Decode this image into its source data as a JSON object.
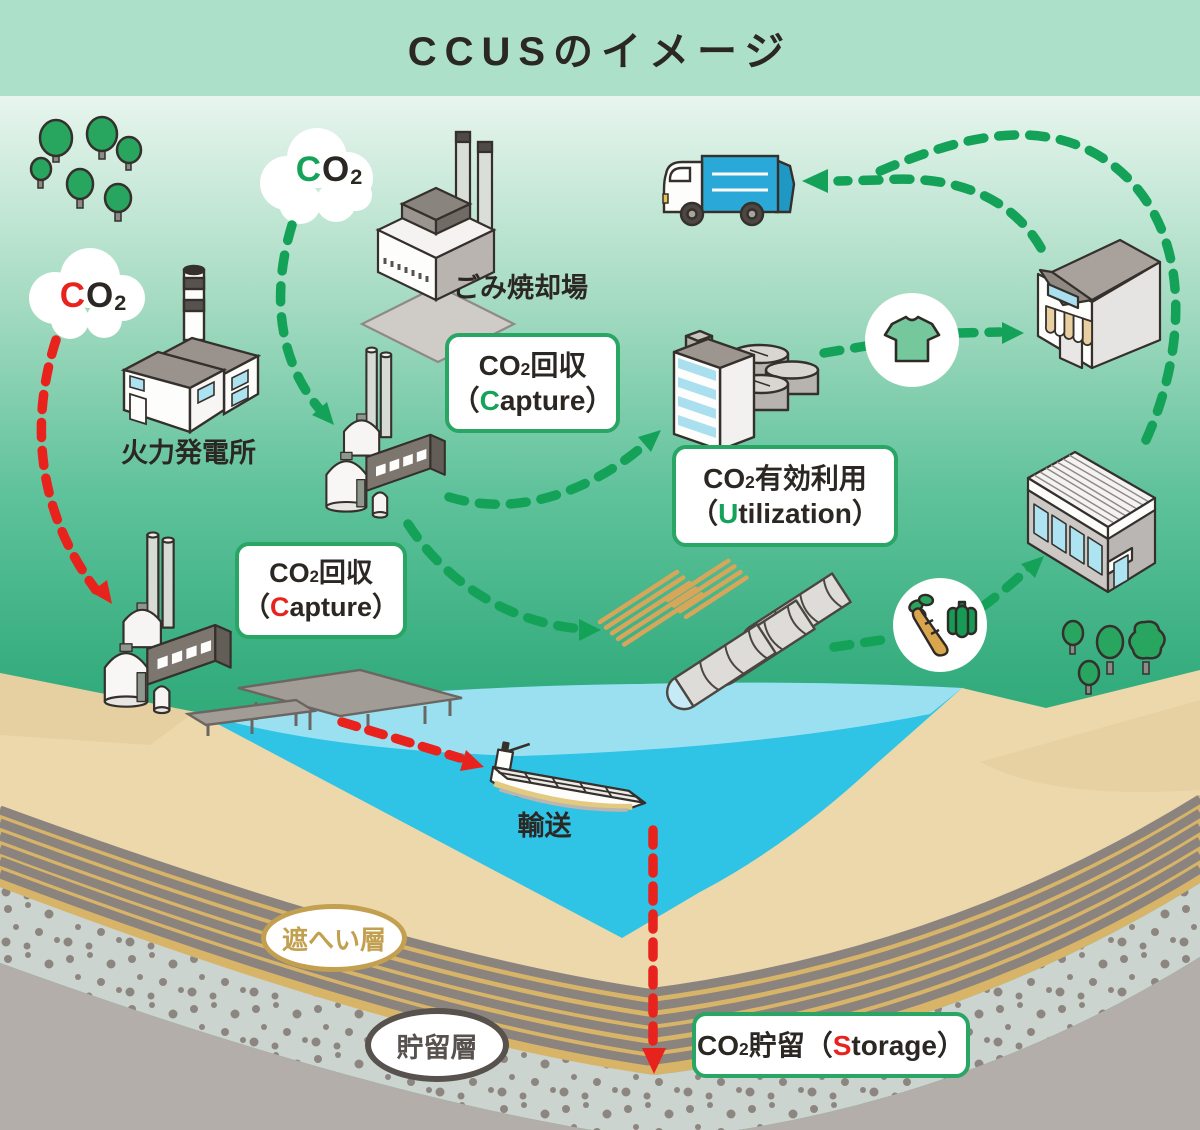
{
  "title": "CCUSのイメージ",
  "clouds": {
    "incin": {
      "c": "C",
      "o": "O",
      "sub": "2"
    },
    "power": {
      "c": "C",
      "o": "O",
      "sub": "2"
    }
  },
  "labels": {
    "incinerator": "ごみ焼却場",
    "power_plant": "火力発電所",
    "ship": "輸送",
    "seal_layer": "遮へい層",
    "reservoir_layer": "貯留層"
  },
  "boxes": {
    "capture_top": {
      "line1_pre": "CO",
      "line1_sub": "2",
      "line1_post": "回収",
      "line2_open": "（",
      "line2_letter": "C",
      "line2_rest": "apture）"
    },
    "capture_left": {
      "line1_pre": "CO",
      "line1_sub": "2",
      "line1_post": "回収",
      "line2_open": "（",
      "line2_letter": "C",
      "line2_rest": "apture）"
    },
    "utilization": {
      "line1_pre": "CO",
      "line1_sub": "2",
      "line1_post": "有効利用",
      "line2_open": "（",
      "line2_letter": "U",
      "line2_rest": "tilization）"
    },
    "storage": {
      "pre": "CO",
      "sub": "2",
      "mid": "貯留（",
      "letter": "S",
      "rest": "torage）"
    }
  },
  "colors": {
    "header_band": "#ade0c9",
    "arrow_green": "#14a259",
    "arrow_red": "#e8231d",
    "box_border": "#29a564",
    "letter_green": "#15a35a",
    "letter_red": "#e8231d",
    "seal_label": "#c3a04f",
    "reservoir_label": "#57524e",
    "sea_light": "#9be0f0",
    "sea_deep": "#2fc3e6",
    "sand": "#ecd8ab",
    "strata_gold": "#d8b469",
    "strata_gray": "#8b837e"
  }
}
